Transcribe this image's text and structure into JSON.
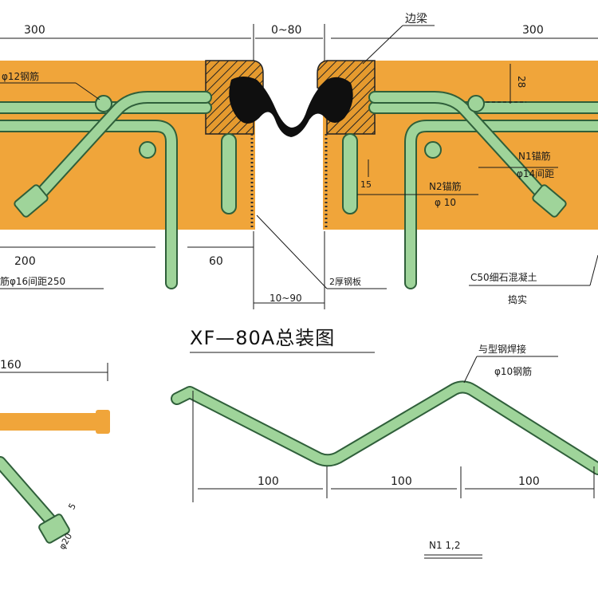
{
  "title": "XF—80A总装图",
  "top_dims": {
    "left_300": "300",
    "gap": "0~80",
    "right_300": "300"
  },
  "labels": {
    "edge_beam": "边梁",
    "phi12": "φ12钢筋",
    "n1_anchor": "N1锚筋",
    "n1_spacing": "φ14间距",
    "n2_anchor": "N2锚筋",
    "n2_phi": "φ 10",
    "dim_28": "28",
    "dim_15": "15",
    "dim_200": "200",
    "dim_60": "60",
    "bottom_rebar": "筋φ16间距250",
    "steel_plate": "2厚钢板",
    "gap_bottom": "10~90",
    "concrete_1": "C50细石混凝土",
    "concrete_2": "捣实"
  },
  "lower_left": {
    "dim_160": "160",
    "dim_phi20": "φ20",
    "dim_5": "5"
  },
  "wave": {
    "weld_note": "与型钢焊接",
    "rebar_note": "φ10钢筋",
    "dim_1": "100",
    "dim_2": "100",
    "dim_3": "100",
    "part_label": "N1  1,2"
  },
  "colors": {
    "concrete": "#f0a53a",
    "rebar": "#9fd49a",
    "steel": "#2f5f3a"
  }
}
